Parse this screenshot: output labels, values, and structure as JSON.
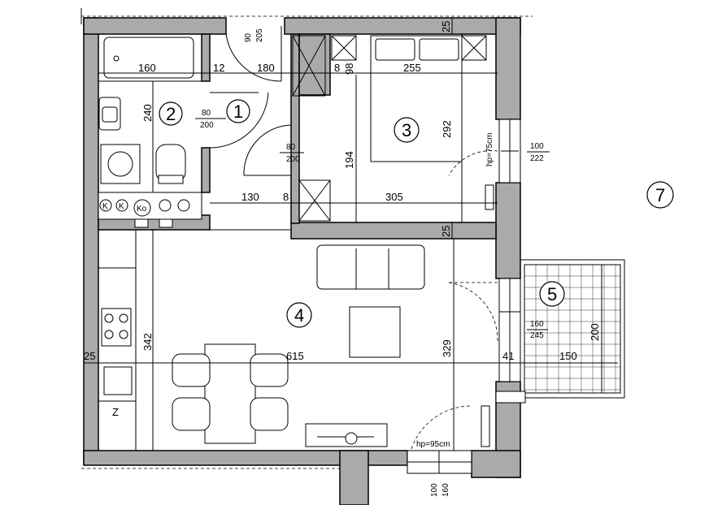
{
  "rooms": [
    {
      "id": "1",
      "label": "1"
    },
    {
      "id": "2",
      "label": "2"
    },
    {
      "id": "3",
      "label": "3"
    },
    {
      "id": "4",
      "label": "4"
    },
    {
      "id": "5",
      "label": "5"
    },
    {
      "id": "7",
      "label": "7"
    }
  ],
  "dims": {
    "bath_top_width": "160",
    "bath_wall_gap": "12",
    "hall_top_width": "180",
    "bedroom_left_gap": "8",
    "bedroom_wall_98": "98",
    "bedroom_width_top": "255",
    "top_wall": "25",
    "bath_height": "240",
    "bedroom_height_left": "194",
    "bedroom_height_right": "292",
    "hall_bottom_width": "130",
    "hall_bottom_gap": "8",
    "bedroom_width_bottom": "305",
    "mid_wall": "25",
    "living_height_left": "342",
    "living_height_right": "329",
    "living_width": "615",
    "left_wall": "25",
    "balcony_height": "200",
    "balcony_width": "150",
    "balcony_left_gap": "41"
  },
  "doors": {
    "entry_top": "90",
    "entry_bottom": "205",
    "bath_door_top": "80",
    "bath_door_bottom": "200",
    "room_door_top": "80",
    "room_door_bottom": "200"
  },
  "windows": {
    "bedroom_top": "100",
    "bedroom_bottom": "222",
    "bedroom_sill": "hp=75cm",
    "balcony_top": "160",
    "balcony_bottom": "245",
    "living_sill": "hp=95cm",
    "living_a": "100",
    "living_b": "160"
  },
  "fixtures": {
    "gas_meter": "Ko",
    "meter_k1": "K",
    "meter_k2": "K",
    "fridge_z": "Z"
  }
}
